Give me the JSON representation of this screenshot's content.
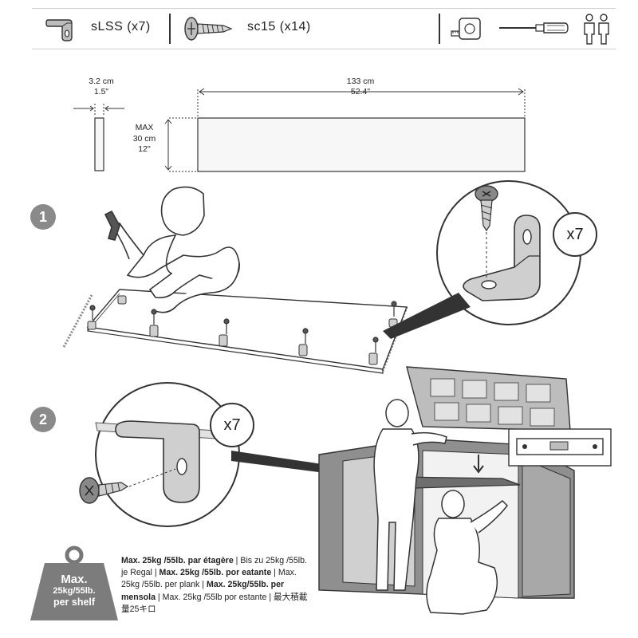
{
  "parts": {
    "bracket": {
      "label": "sLSS (x7)",
      "icon": "l-bracket-icon"
    },
    "screw": {
      "label": "sc15 (x14)",
      "icon": "screw-icon"
    },
    "tools": [
      "tape-measure-icon",
      "screwdriver-icon",
      "two-people-icon"
    ]
  },
  "dimensions": {
    "thickness": {
      "metric": "3.2 cm",
      "imperial": "1.5\""
    },
    "length": {
      "metric": "133 cm",
      "imperial": "52.4\""
    },
    "depth": {
      "max_label": "MAX",
      "metric": "30 cm",
      "imperial": "12\""
    }
  },
  "steps": [
    {
      "number": "1",
      "quantity": "x7"
    },
    {
      "number": "2",
      "quantity": "x7"
    }
  ],
  "weight_badge": {
    "line1": "Max.",
    "line2": "25kg/55lb.",
    "line3": "per shelf"
  },
  "load_text": {
    "fr_bold": "Max. 25kg /55lb. par étagère",
    "de": "Bis zu 25kg /55lb. je Regal",
    "it_bold": "Max. 25kg /55lb. por eatante",
    "en": "Max. 25kg /55lb. per plank",
    "es_bold": "Max. 25kg/55lb. per mensola",
    "pt": "Max. 25kg /55lb por estante",
    "ja": "最大積載量25キロ",
    "sep": " | "
  },
  "colors": {
    "badge_gray": "#8a8a8a",
    "line_dark": "#2a2a2a",
    "plank_fill": "#f7f7f7"
  }
}
